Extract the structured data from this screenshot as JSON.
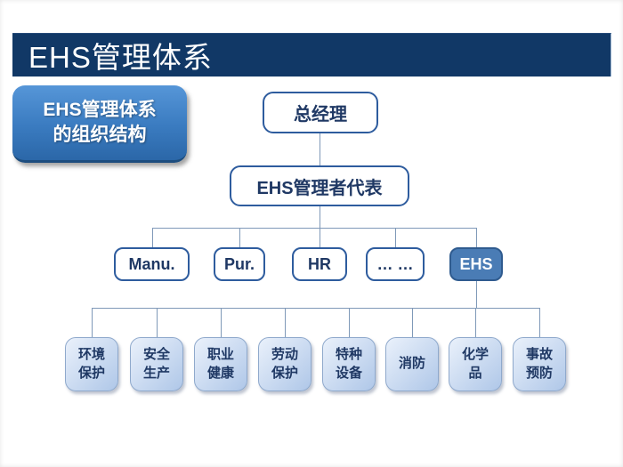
{
  "slide_title": "EHS管理体系",
  "badge": {
    "line1": "EHS管理体系",
    "line2": "的组织结构"
  },
  "org": {
    "root": {
      "label": "总经理"
    },
    "level2": {
      "label": "EHS管理者代表"
    },
    "level3": [
      {
        "label": "Manu."
      },
      {
        "label": "Pur."
      },
      {
        "label": "HR"
      },
      {
        "label": "… …"
      },
      {
        "label": "EHS",
        "highlighted": true
      }
    ],
    "level4": [
      {
        "lines": [
          "环境",
          "保护"
        ]
      },
      {
        "lines": [
          "安全",
          "生产"
        ]
      },
      {
        "lines": [
          "职业",
          "健康"
        ]
      },
      {
        "lines": [
          "劳动",
          "保护"
        ]
      },
      {
        "lines": [
          "特种",
          "设备"
        ]
      },
      {
        "lines": [
          "消防"
        ]
      },
      {
        "lines": [
          "化学",
          "品"
        ]
      },
      {
        "lines": [
          "事故",
          "预防"
        ]
      }
    ]
  },
  "colors": {
    "header_bg": "#113866",
    "box_border": "#2E5C9E",
    "box_text": "#1F3864",
    "ehs_fill": "#4A7CB5",
    "ehs_border": "#2F5B8F",
    "connector": "#7F99B8",
    "badge_top": "#5696D8",
    "badge_mid": "#3A7BC0",
    "badge_bottom": "#2B67A8",
    "badge_lip": "#1D4D7E",
    "leaf_top": "#EAF1FB",
    "leaf_bottom": "#AFC7E8",
    "leaf_border": "#8FA9CC"
  }
}
